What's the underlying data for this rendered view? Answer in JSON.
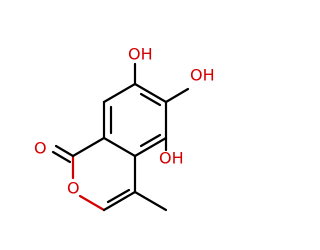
{
  "molecule": {
    "atom_labels": {
      "oh_7": "OH",
      "oh_6": "OH",
      "oh_5": "OH",
      "carbonyl_o": "O",
      "ring_o": "O"
    },
    "colors": {
      "bond": "#000000",
      "heteroatom": "#d40000",
      "background": "#ffffff"
    }
  }
}
